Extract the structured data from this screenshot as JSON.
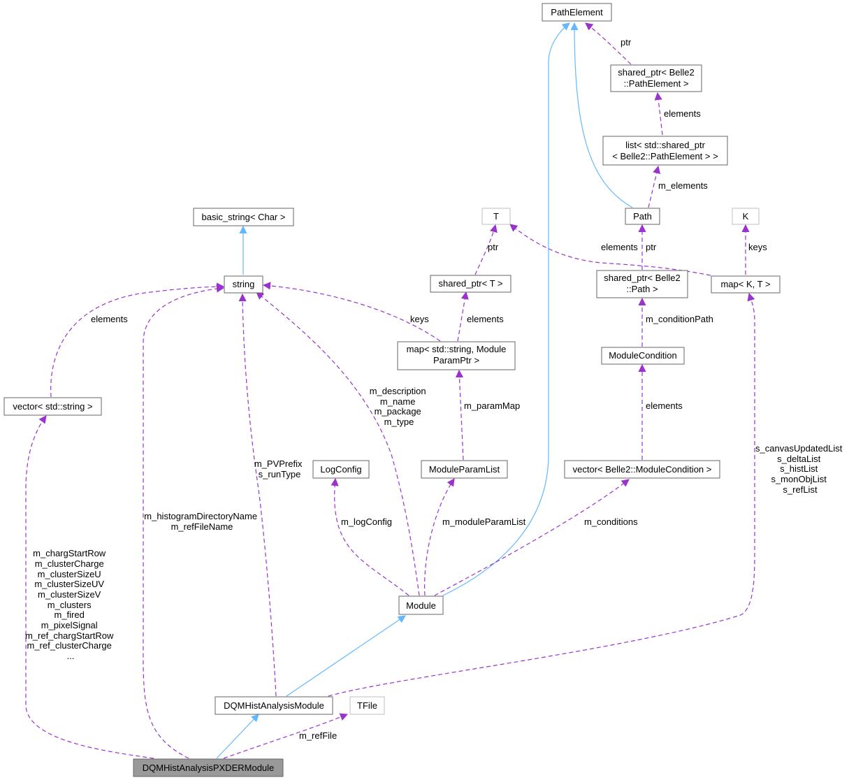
{
  "nodes": {
    "path_element": [
      "PathElement"
    ],
    "shared_ptr_path_element": [
      "shared_ptr< Belle2",
      "::PathElement >"
    ],
    "list_shared_ptr": [
      "list< std::shared_ptr",
      "< Belle2::PathElement > >"
    ],
    "path": [
      "Path"
    ],
    "t": [
      "T"
    ],
    "k": [
      "K"
    ],
    "basic_string": [
      "basic_string< Char >"
    ],
    "string": [
      "string"
    ],
    "shared_ptr_t": [
      "shared_ptr< T >"
    ],
    "shared_ptr_path": [
      "shared_ptr< Belle2",
      "::Path >"
    ],
    "map_k_t": [
      "map< K, T >"
    ],
    "map_string_module": [
      "map< std::string, Module",
      "ParamPtr >"
    ],
    "module_condition": [
      "ModuleCondition"
    ],
    "vector_string": [
      "vector< std::string >"
    ],
    "log_config": [
      "LogConfig"
    ],
    "module_param_list": [
      "ModuleParamList"
    ],
    "vector_module_condition": [
      "vector< Belle2::ModuleCondition >"
    ],
    "module": [
      "Module"
    ],
    "dqm_hist_analysis_module": [
      "DQMHistAnalysisModule"
    ],
    "tfile": [
      "TFile"
    ],
    "dqm_hist_analysis_pxder_module": [
      "DQMHistAnalysisPXDERModule"
    ]
  },
  "edge_labels": {
    "ptr_path_element": [
      "ptr"
    ],
    "elements_list": [
      "elements"
    ],
    "m_elements": [
      "m_elements"
    ],
    "ptr_t": [
      "ptr"
    ],
    "elements_t_map": [
      "elements"
    ],
    "ptr_path": [
      "ptr"
    ],
    "keys_k": [
      "keys"
    ],
    "elements_vector_string": [
      "elements"
    ],
    "keys_map_string": [
      "keys"
    ],
    "elements_shared_ptr_t": [
      "elements"
    ],
    "m_condition_path": [
      "m_conditionPath"
    ],
    "module_strings": [
      "m_description",
      "m_name",
      "m_package",
      "m_type"
    ],
    "m_param_map": [
      "m_paramMap"
    ],
    "elements_module_condition": [
      "elements"
    ],
    "pv_prefix": [
      "m_PVPrefix",
      "s_runType"
    ],
    "histogram_dir": [
      "m_histogramDirectoryName",
      "m_refFileName"
    ],
    "canvas_lists": [
      "s_canvasUpdatedList",
      "s_deltaList",
      "s_histList",
      "s_monObjList",
      "s_refList"
    ],
    "m_log_config": [
      "m_logConfig"
    ],
    "m_module_param_list": [
      "m_moduleParamList"
    ],
    "m_conditions": [
      "m_conditions"
    ],
    "pxder_vectors": [
      "m_chargStartRow",
      "m_clusterCharge",
      "m_clusterSizeU",
      "m_clusterSizeUV",
      "m_clusterSizeV",
      "m_clusters",
      "m_fired",
      "m_pixelSignal",
      "m_ref_chargStartRow",
      "m_ref_clusterCharge",
      "..."
    ],
    "m_ref_file": [
      "m_refFile"
    ]
  },
  "colors": {
    "inheritance_edge": "#63b8ff",
    "usage_edge": "#9a32cd",
    "focus_node_fill": "#999999",
    "node_border": "#666666",
    "muted_node_border": "#bfbfbf"
  }
}
